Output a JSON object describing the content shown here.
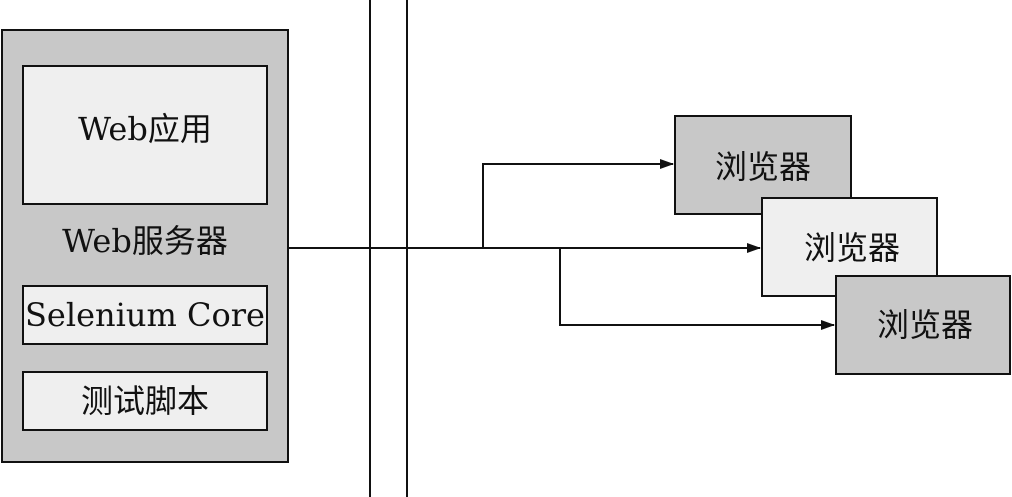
{
  "server_box": {
    "web_app_label": "Web应用",
    "server_label": "Web服务器",
    "selenium_label": "Selenium Core",
    "test_script_label": "测试脚本"
  },
  "browsers": [
    {
      "label": "浏览器"
    },
    {
      "label": "浏览器"
    },
    {
      "label": "浏览器"
    }
  ],
  "colors": {
    "dark_fill": "#c8c8c8",
    "light_fill": "#efefef",
    "stroke": "#111111"
  }
}
